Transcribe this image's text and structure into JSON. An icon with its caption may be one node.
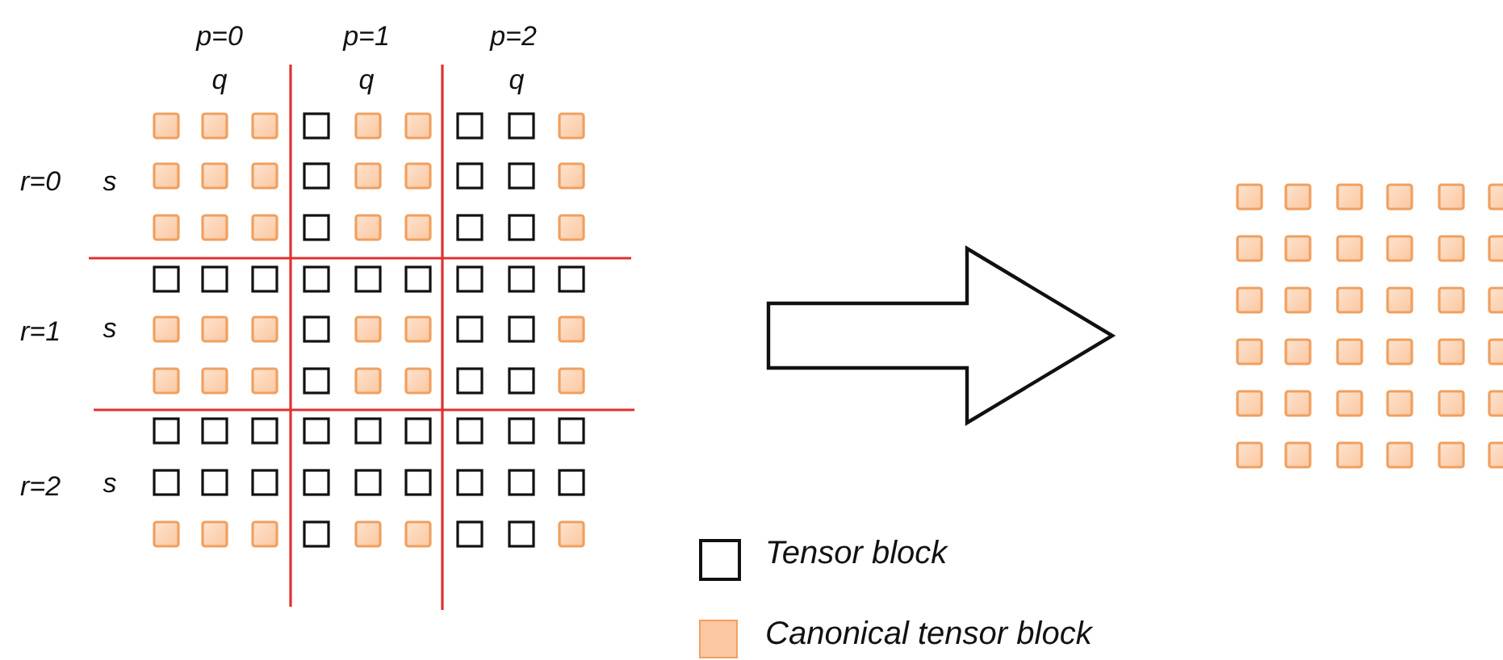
{
  "diagram": {
    "nodes": [
      {
        "text": [],
        "shape": "grid"
      },
      {
        "text": [],
        "shape": "grid"
      }
    ],
    "edges": [
      {
        "from": 0,
        "to": 1,
        "arrow": "to",
        "style": "thick"
      }
    ],
    "labels": [
      "p=0",
      "p=1",
      "p=2",
      "q",
      "q",
      "q",
      "r=0",
      "s",
      "r=1",
      "s",
      "r=2",
      "s"
    ],
    "legend": [
      {
        "text": "Tensor block"
      },
      {
        "text": "Canonical tensor block",
        "color": "#fbc7a0"
      }
    ]
  }
}
